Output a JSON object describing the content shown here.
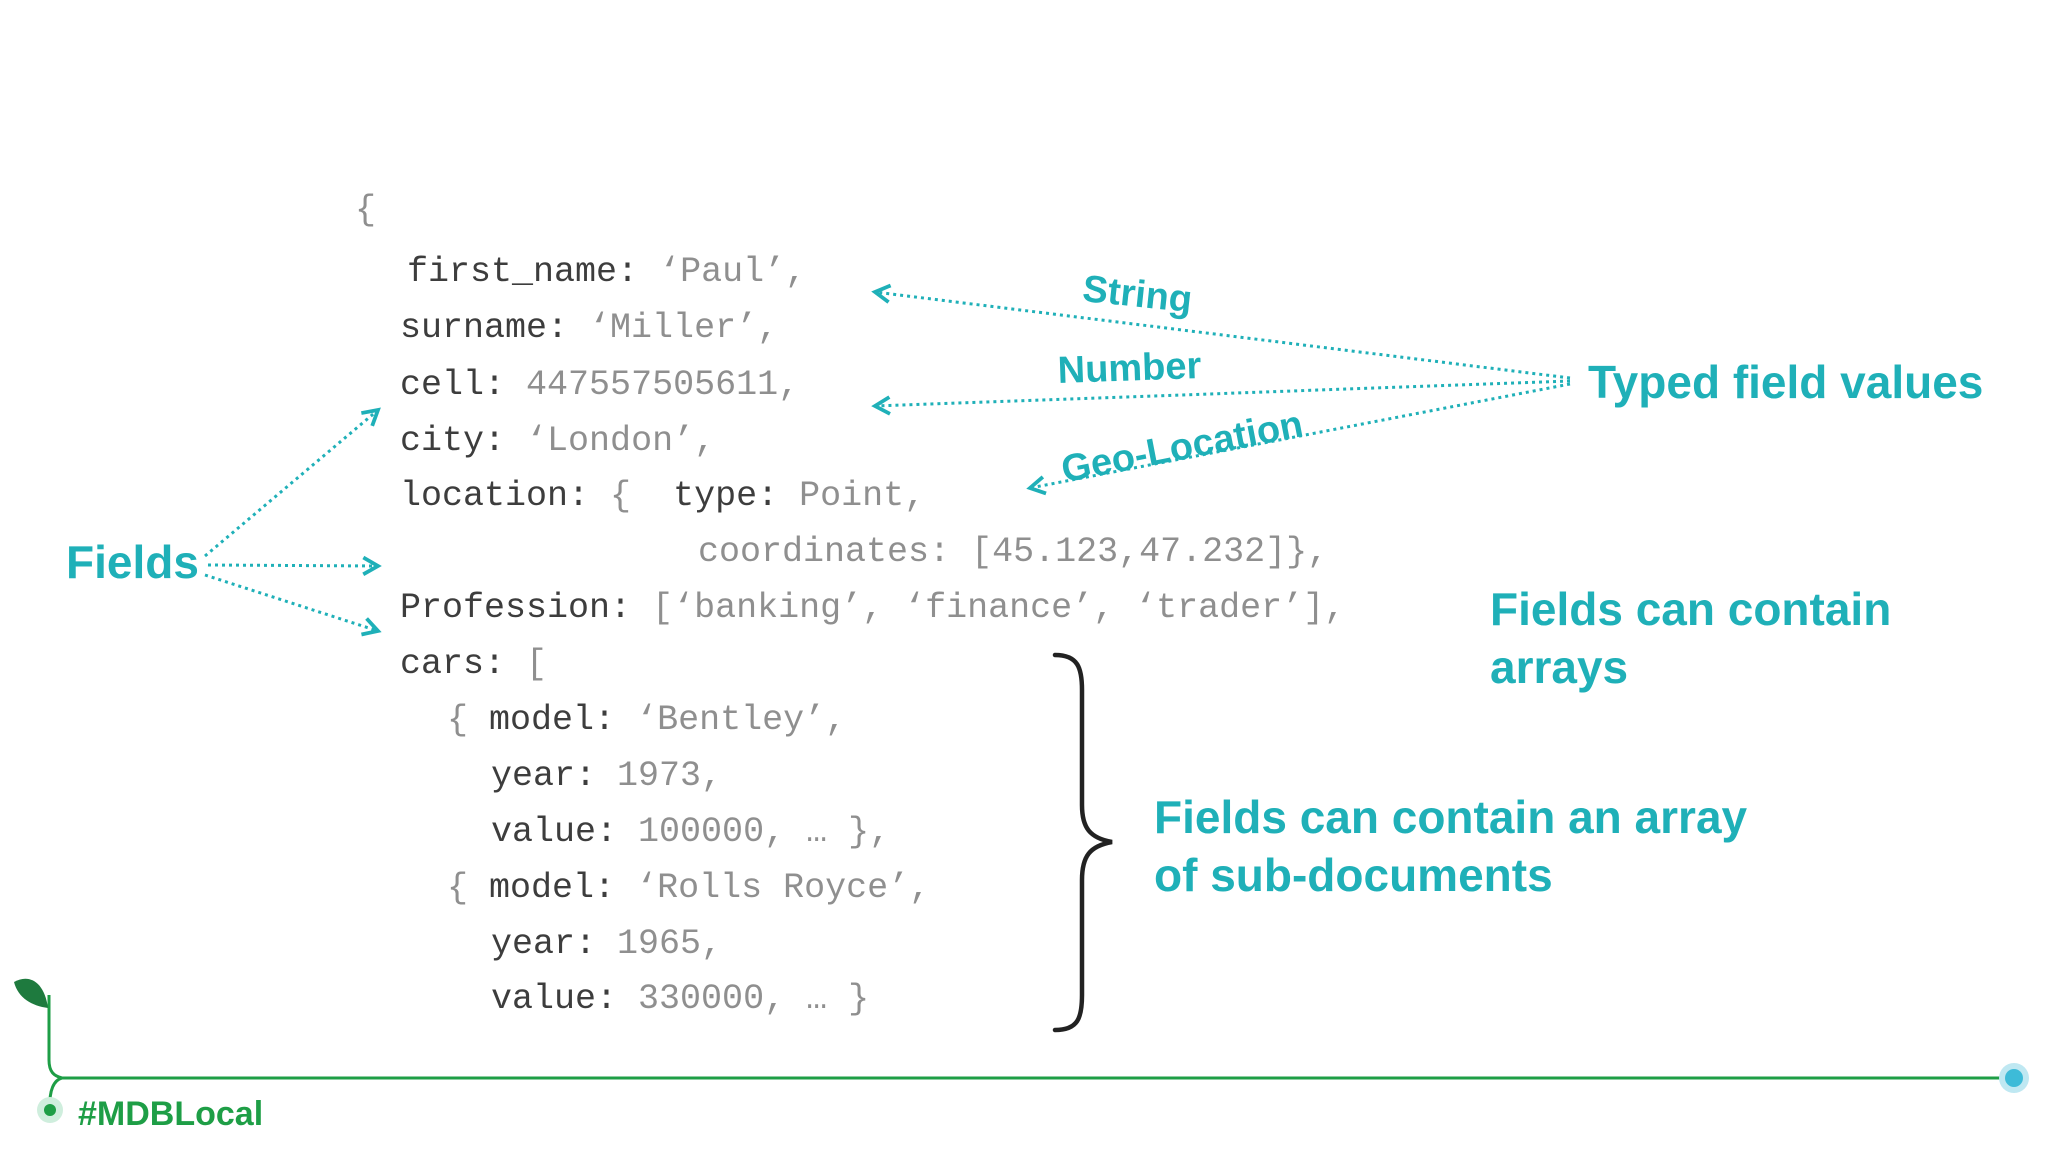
{
  "code": {
    "open_brace": "{",
    "first_name_key": "first_name:",
    "first_name_val": "‘Paul’,",
    "surname_key": "surname:",
    "surname_val": "‘Miller’,",
    "cell_key": "cell:",
    "cell_val": "447557505611,",
    "city_key": "city:",
    "city_val": "‘London’,",
    "location_key": "location:",
    "location_brace": "{",
    "type_key": "type:",
    "type_val": "Point,",
    "coordinates_key": "coordinates:",
    "coordinates_val": "[45.123,47.232]},",
    "profession_key": "Profession:",
    "profession_val": "[‘banking’, ‘finance’, ‘trader’],",
    "cars_key": "cars:",
    "cars_bracket": "[",
    "car1_open": "{",
    "car1_model_key": "model:",
    "car1_model_val": "‘Bentley’,",
    "car1_year_key": "year:",
    "car1_year_val": "1973,",
    "car1_value_key": "value:",
    "car1_value_val": "100000, … },",
    "car2_open": "{",
    "car2_model_key": "model:",
    "car2_model_val": "‘Rolls Royce’,",
    "car2_year_key": "year:",
    "car2_year_val": "1965,",
    "car2_value_key": "value:",
    "car2_value_val": "330000, … }"
  },
  "annotations": {
    "string": "String",
    "number": "Number",
    "geo_location": "Geo-Location",
    "typed_field_values": "Typed field values",
    "fields": "Fields",
    "fields_arrays_line1": "Fields can contain",
    "fields_arrays_line2": "arrays",
    "subdocs_line1": "Fields can contain an array",
    "subdocs_line2": "of sub-documents"
  },
  "footer": {
    "hashtag": "#MDBLocal"
  },
  "colors": {
    "accent": "#1fb0b8",
    "brand_green": "#1e9e46",
    "key_text": "#3d3d3d",
    "value_text": "#8f8f8f"
  }
}
